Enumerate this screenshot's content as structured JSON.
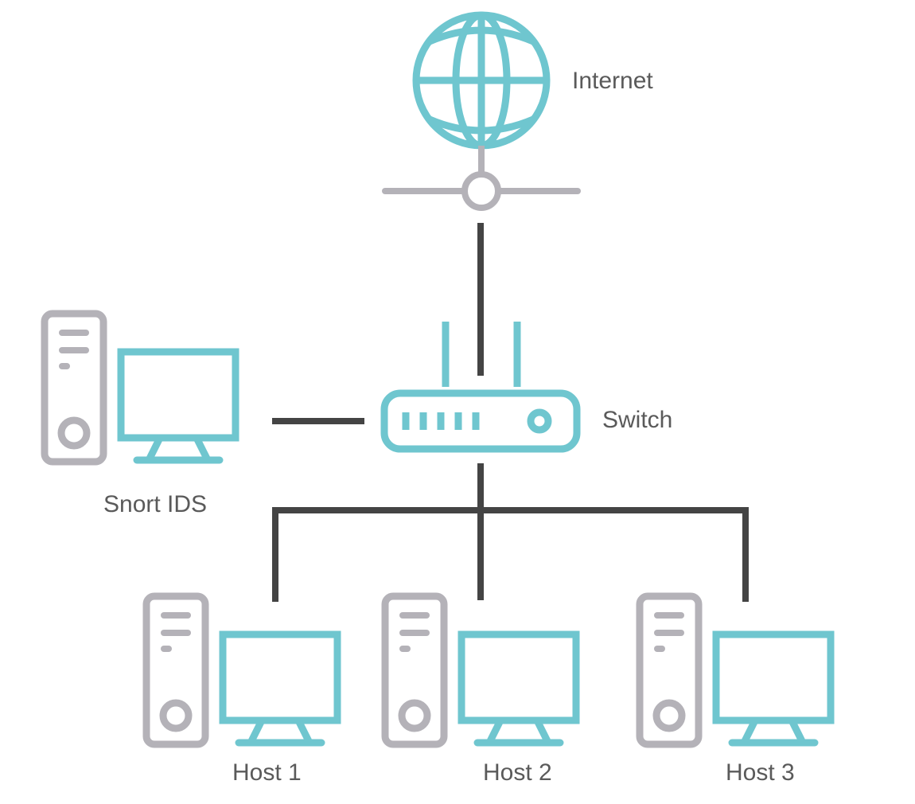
{
  "nodes": {
    "internet": {
      "label": "Internet",
      "icon": "globe-icon"
    },
    "switch": {
      "label": "Switch",
      "icon": "router-icon"
    },
    "snort_ids": {
      "label": "Snort IDS",
      "icon": "computer-icon"
    },
    "host1": {
      "label": "Host 1",
      "icon": "computer-icon"
    },
    "host2": {
      "label": "Host 2",
      "icon": "computer-icon"
    },
    "host3": {
      "label": "Host 3",
      "icon": "computer-icon"
    }
  },
  "connections": [
    {
      "from": "internet",
      "to": "switch"
    },
    {
      "from": "snort_ids",
      "to": "switch"
    },
    {
      "from": "switch",
      "to": "host1"
    },
    {
      "from": "switch",
      "to": "host2"
    },
    {
      "from": "switch",
      "to": "host3"
    }
  ],
  "colors": {
    "accent": "#6fc6cf",
    "gray_device": "#b4b2b8",
    "link": "#444444",
    "label": "#5a5a5a"
  }
}
